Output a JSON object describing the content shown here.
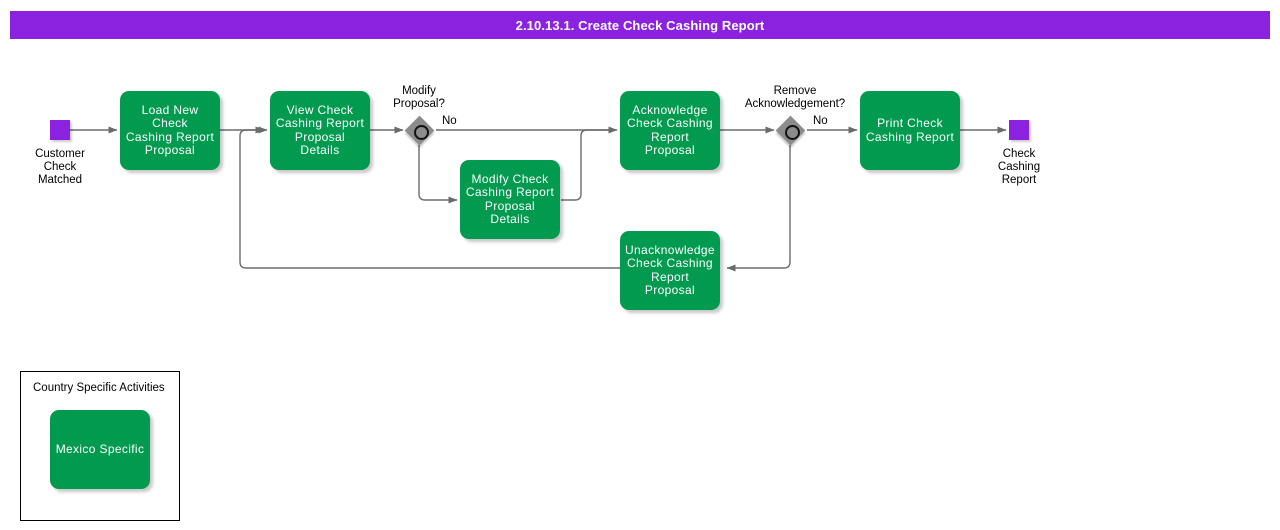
{
  "title": {
    "text": "2.10.13.1. Create Check Cashing Report",
    "background_color": "#8a22e0",
    "text_color": "#ffffff"
  },
  "colors": {
    "task_fill": "#029a4f",
    "task_text": "#ffffff",
    "event_fill": "#8a22e0",
    "gateway_fill": "#8c8c8c",
    "gateway_ring": "#121212",
    "connector": "#6b6b6b",
    "banner": "#8a22e0"
  },
  "events": {
    "start": {
      "name": "customer-check-matched",
      "label": "Customer\nCheck\nMatched"
    },
    "end": {
      "name": "check-cashing-report",
      "label": "Check\nCashing\nReport"
    }
  },
  "tasks": [
    {
      "id": "load-new-check-cashing-report-proposal",
      "label": "Load New Check\nCashing Report\nProposal"
    },
    {
      "id": "view-check-cashing-report-proposal-details",
      "label": "View Check\nCashing Report\nProposal Details"
    },
    {
      "id": "modify-check-cashing-report-proposal-details",
      "label": "Modify Check\nCashing Report\nProposal Details"
    },
    {
      "id": "acknowledge-check-cashing-report-proposal",
      "label": "Acknowledge\nCheck Cashing\nReport Proposal"
    },
    {
      "id": "unacknowledge-check-cashing-report-proposal",
      "label": "Unacknowledge\nCheck Cashing\nReport Proposal"
    },
    {
      "id": "print-check-cashing-report",
      "label": "Print Check\nCashing Report"
    }
  ],
  "gateways": [
    {
      "id": "modify-proposal-gateway",
      "label": "Modify\nProposal?",
      "branch_label": "No"
    },
    {
      "id": "remove-acknowledgement-gateway",
      "label": "Remove\nAcknowledgement?",
      "branch_label": "No"
    }
  ],
  "legend": {
    "title": "Country Specific Activities",
    "item_label": "Mexico Specific"
  }
}
